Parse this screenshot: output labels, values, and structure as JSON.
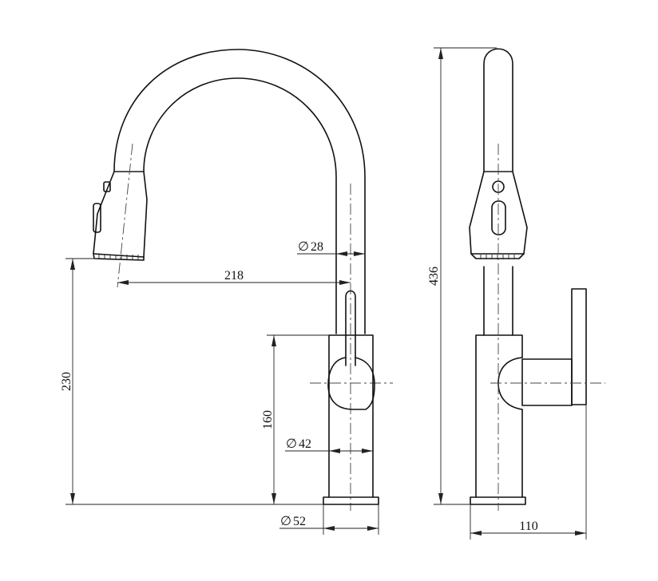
{
  "front_view": {
    "spout_dia": "28",
    "reach": "218",
    "outlet_height": "230",
    "handle_height": "160",
    "body_dia": "42",
    "base_dia": "52"
  },
  "side_view": {
    "total_height": "436",
    "depth": "110"
  },
  "diameter_symbol": "∅"
}
